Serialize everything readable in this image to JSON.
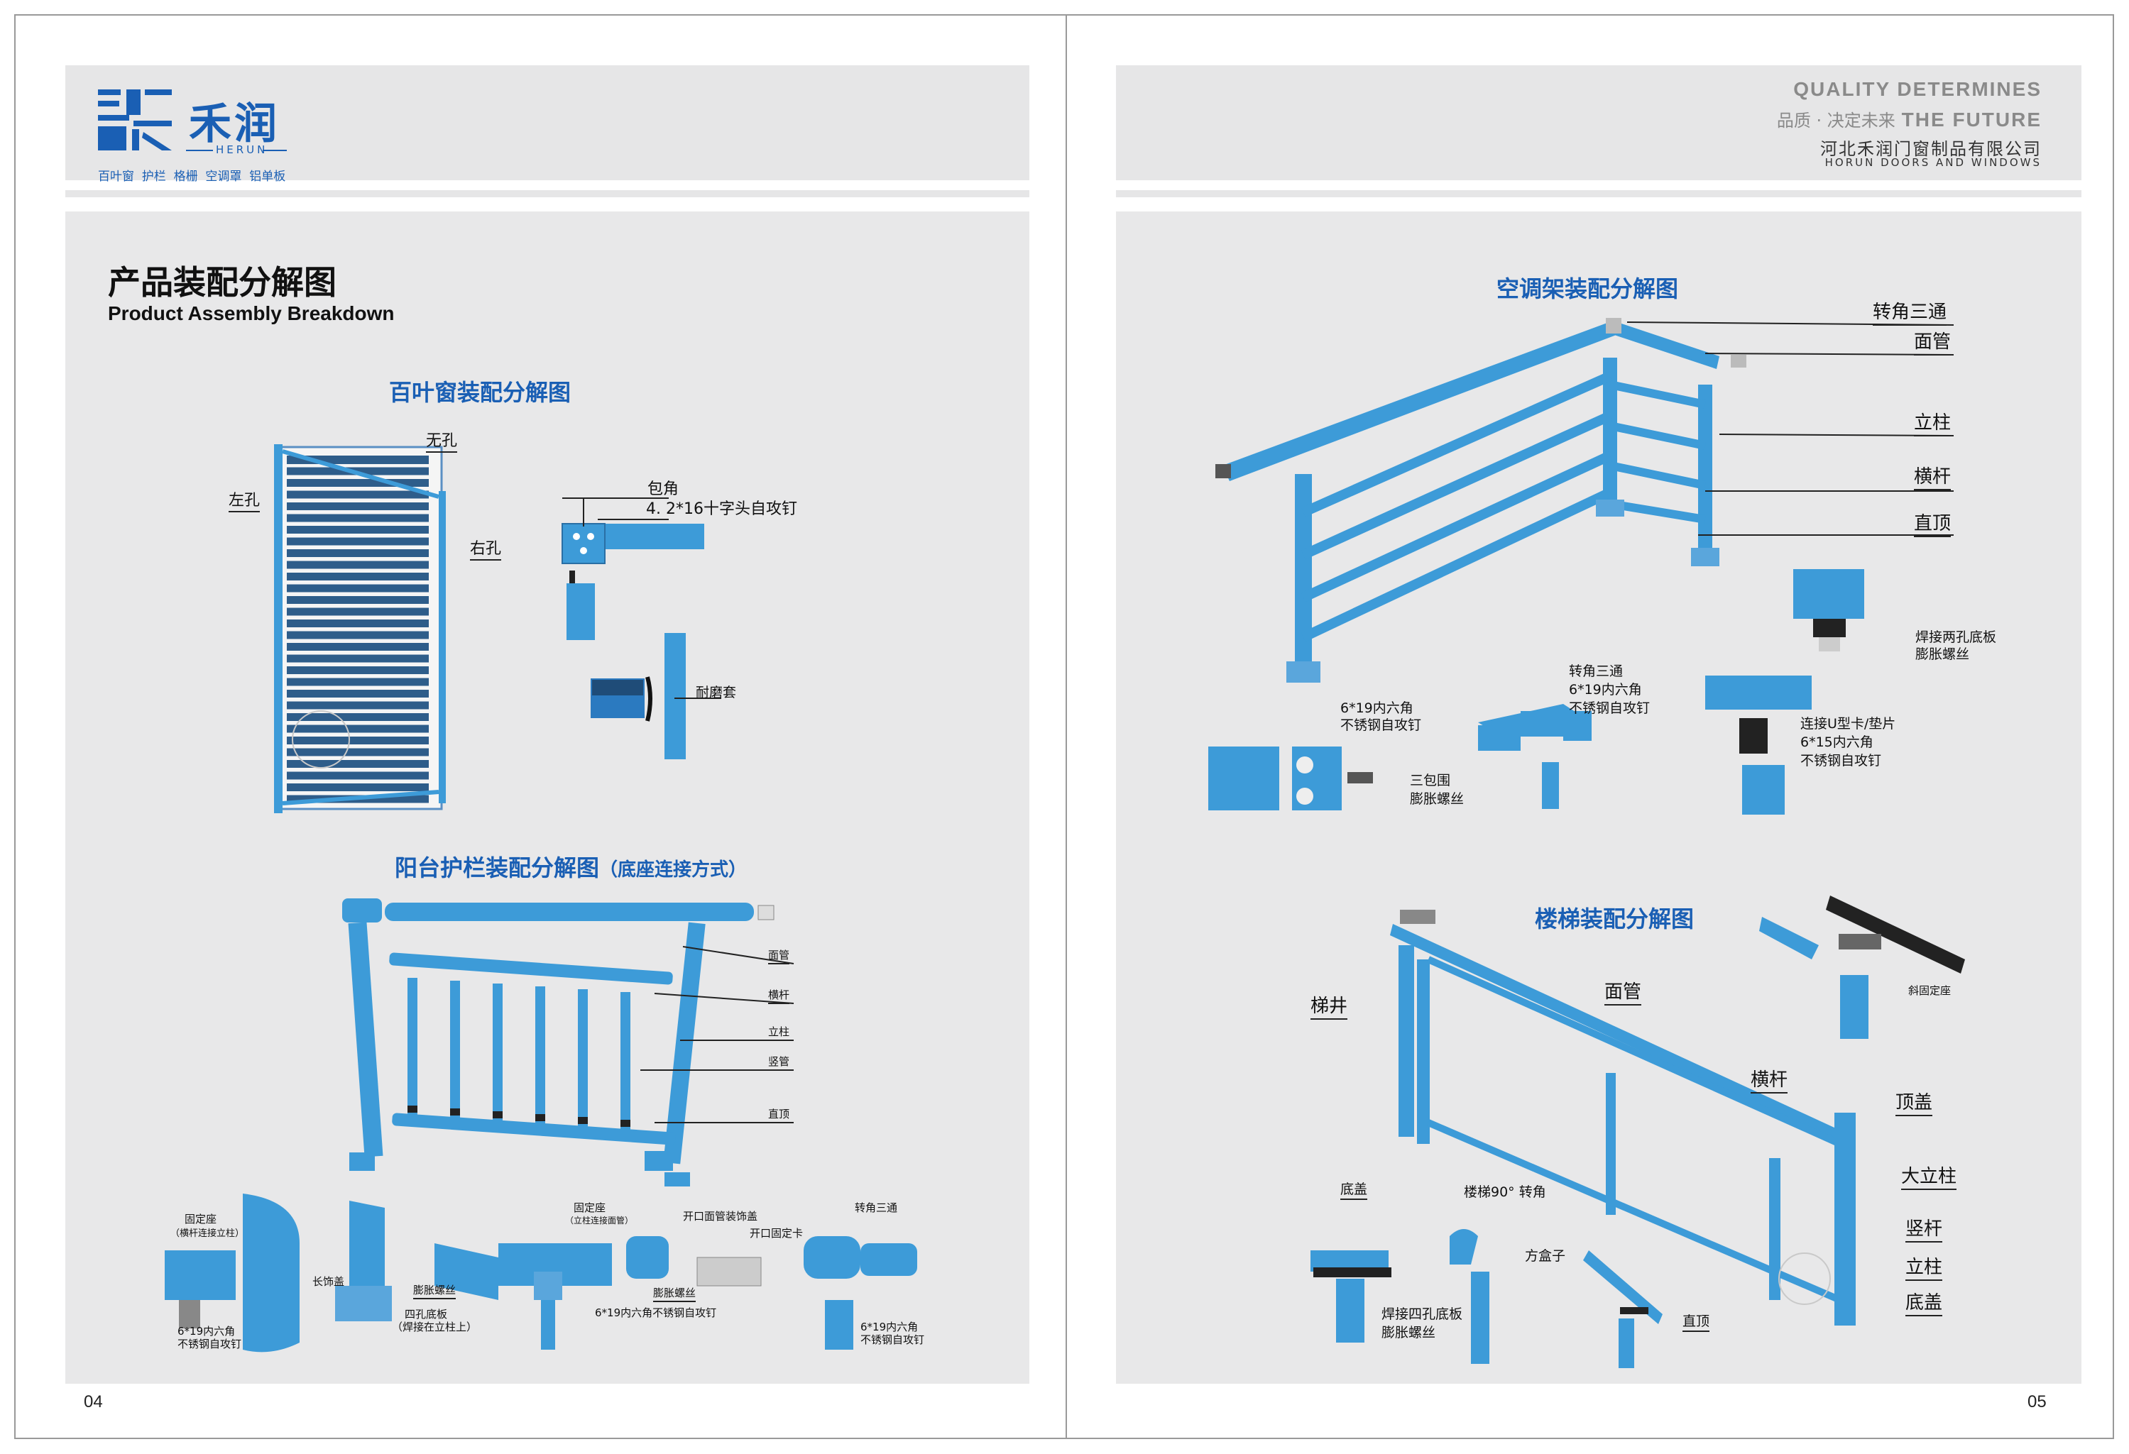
{
  "brand": {
    "name_cn": "禾润",
    "name_en": "HERUN",
    "products": "百叶窗  护栏  格栅  空调罩  铝单板"
  },
  "slogan": {
    "line1": "QUALITY DETERMINES",
    "line2_cn": "品质 · 决定未来",
    "line2_en": "THE FUTURE",
    "company_cn": "河北禾润门窗制品有限公司",
    "company_en": "HORUN DOORS AND WINDOWS"
  },
  "title": {
    "cn": "产品装配分解图",
    "en": "Product Assembly Breakdown"
  },
  "sections": {
    "louver": {
      "title": "百叶窗装配分解图",
      "labels": {
        "no_hole": "无孔",
        "left_hole": "左孔",
        "right_hole": "右孔",
        "corner": "包角",
        "screw": "4. 2*16十字头自攻钉",
        "wear_sleeve": "耐磨套"
      }
    },
    "balcony": {
      "title": "阳台护栏装配分解图",
      "subtitle": "（底座连接方式）",
      "labels": {
        "face_pipe": "面管",
        "cross_bar": "横杆",
        "post": "立柱",
        "vertical_pipe": "竖管",
        "top": "直顶",
        "fix_seat": "固定座",
        "fix_seat_note": "（横杆连接立柱）",
        "hex_screw": "6*19内六角",
        "hex_screw2": "不锈钢自攻钉",
        "long_cover": "长饰盖",
        "exp_bolt": "膨胀螺丝",
        "base_plate": "四孔底板",
        "base_plate_note": "（焊接在立柱上）",
        "fix_seat2": "固定座",
        "fix_seat2_note": "（立柱连接面管）",
        "open_cover": "开口面管装饰盖",
        "open_clip": "开口固定卡",
        "exp_bolt2": "膨胀螺丝",
        "hex_screw_long": "6*19内六角不锈钢自攻钉",
        "corner_tee": "转角三通",
        "hex_screw3": "6*19内六角",
        "hex_screw3b": "不锈钢自攻钉"
      }
    },
    "ac": {
      "title": "空调架装配分解图",
      "labels": {
        "corner_tee": "转角三通",
        "face_pipe": "面管",
        "post": "立柱",
        "cross_bar": "横杆",
        "top": "直顶",
        "weld_plate": "焊接两孔底板",
        "exp_bolt": "膨胀螺丝",
        "hex_a": "6*19内六角",
        "hex_a2": "不锈钢自攻钉",
        "tee2": "转角三通",
        "hex_b": "6*19内六角",
        "hex_b2": "不锈钢自攻钉",
        "u_clip": "连接U型卡/垫片",
        "hex_c": "6*15内六角",
        "hex_c2": "不锈钢自攻钉",
        "three_wrap": "三包围",
        "exp_bolt2": "膨胀螺丝"
      }
    },
    "stair": {
      "title": "楼梯装配分解图",
      "labels": {
        "stairwell": "梯井",
        "face_pipe": "面管",
        "cross_bar": "横杆",
        "top_cap": "顶盖",
        "big_post": "大立柱",
        "vertical_bar": "竖杆",
        "post": "立柱",
        "bottom_cap": "底盖",
        "slant_seat": "斜固定座",
        "bottom_cover": "底盖",
        "turn90": "楼梯90° 转角",
        "square_box": "方盒子",
        "weld4": "焊接四孔底板",
        "exp_bolt": "膨胀螺丝",
        "top": "直顶"
      }
    }
  },
  "pages": {
    "left": "04",
    "right": "05"
  },
  "colors": {
    "accent_blue": "#1a5fb4",
    "part_blue": "#3d9bd8",
    "panel_gray": "#e8e8e9"
  }
}
